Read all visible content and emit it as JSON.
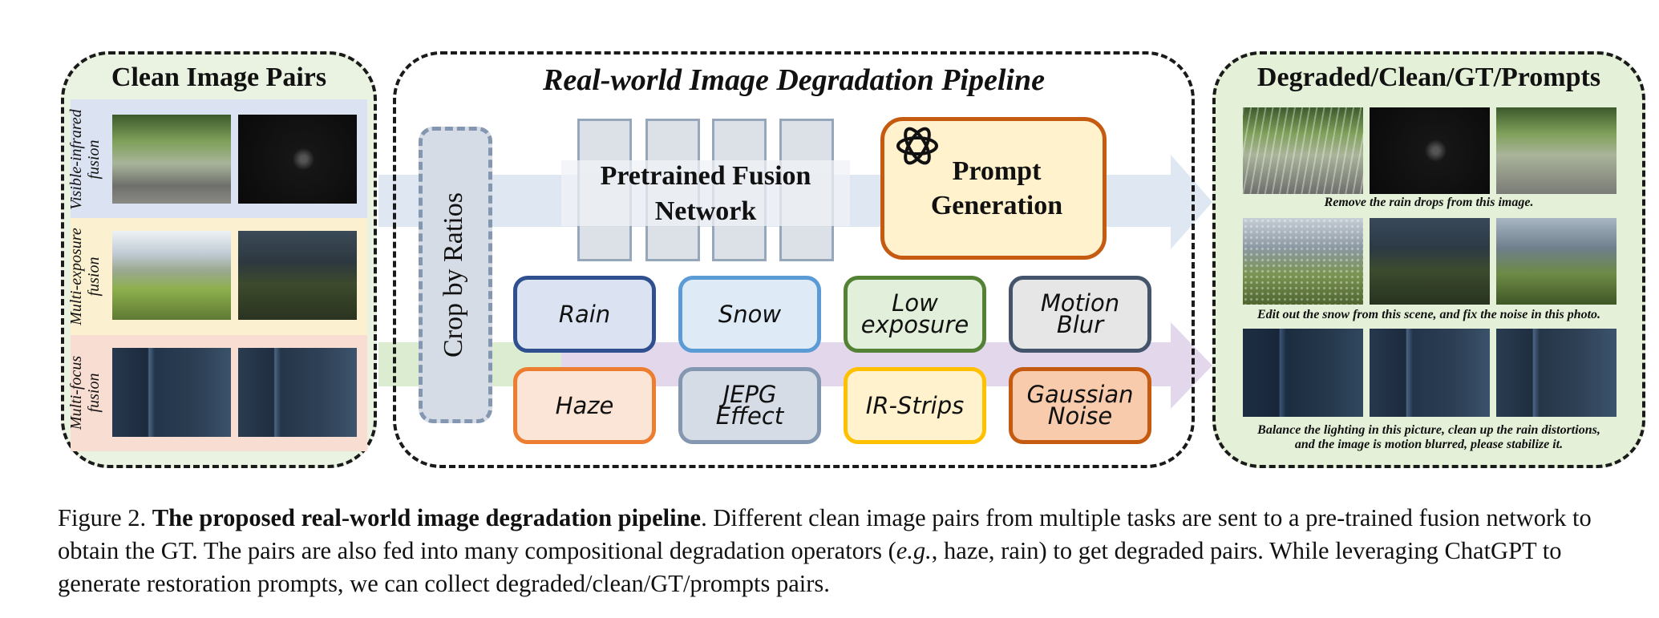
{
  "left_panel": {
    "title": "Clean Image Pairs",
    "rows": [
      {
        "label": "Visible-infrared fusion",
        "line1": "Visible-infrared",
        "line2": "fusion",
        "bg": "#dbe3f3"
      },
      {
        "label": "Multi-exposure fusion",
        "line1": "Multi-exposure",
        "line2": "fusion",
        "bg": "#fbf0cf"
      },
      {
        "label": "Multi-focus fusion",
        "line1": "Multi-focus",
        "line2": "fusion",
        "bg": "#f8ddd2"
      }
    ]
  },
  "pipeline": {
    "title": "Real-world Image Degradation Pipeline",
    "crop_label": "Crop by Ratios",
    "fusion_network": {
      "line1": "Pretrained Fusion",
      "line2": "Network"
    },
    "prompt_generation": {
      "line1": "Prompt",
      "line2": "Generation",
      "icon": "openai-logo-icon"
    },
    "operators": [
      {
        "line1": "Rain",
        "line2": "",
        "fill": "#dbe3f3",
        "border": "#2f4f8f"
      },
      {
        "line1": "Snow",
        "line2": "",
        "fill": "#deebf7",
        "border": "#5b9bd5"
      },
      {
        "line1": "Low",
        "line2": "exposure",
        "fill": "#e2efda",
        "border": "#548235"
      },
      {
        "line1": "Motion",
        "line2": "Blur",
        "fill": "#e7e6e6",
        "border": "#44546a"
      },
      {
        "line1": "Haze",
        "line2": "",
        "fill": "#fbe5d6",
        "border": "#ed7d31"
      },
      {
        "line1": "JEPG",
        "line2": "Effect",
        "fill": "#d6dce5",
        "border": "#8497b0"
      },
      {
        "line1": "IR-Strips",
        "line2": "",
        "fill": "#fff2cc",
        "border": "#ffc000"
      },
      {
        "line1": "Gaussian",
        "line2": "Noise",
        "fill": "#f8cbad",
        "border": "#c55a11"
      }
    ]
  },
  "right_panel": {
    "title": "Degraded/Clean/GT/Prompts",
    "prompts": [
      {
        "line1": "Remove the rain drops from this image.",
        "line2": ""
      },
      {
        "line1": "Edit out the snow from this scene, and fix the noise in this photo.",
        "line2": ""
      },
      {
        "line1": "Balance the lighting in this picture, clean up the rain distortions,",
        "line2": "and the image is motion blurred, please stabilize it."
      }
    ]
  },
  "caption": {
    "prefix": "Figure 2. ",
    "bold": "The proposed real-world image degradation pipeline",
    "text_a": ". Different clean image pairs from multiple tasks are sent to a pre-trained fusion network to obtain the GT. The pairs are also fed into many compositional degradation operators (",
    "eg": "e.g.",
    "text_b": ", haze, rain) to get degraded pairs. While leveraging ChatGPT to generate restoration prompts, we can collect degraded/clean/GT/prompts pairs."
  },
  "colors": {
    "left_panel_bg": "#eaf3e2",
    "pipeline_bg": "#f4f4f4",
    "right_panel_bg": "#e4f0d8",
    "blue_flow": "#dbe4f2",
    "green_flow": "#dcecd1",
    "purple_flow": "#e3d7ec",
    "prompt_fill": "#fff2cc",
    "prompt_border": "#c55a11",
    "crop_fill": "#d6dce5",
    "crop_border": "#8497b0"
  }
}
